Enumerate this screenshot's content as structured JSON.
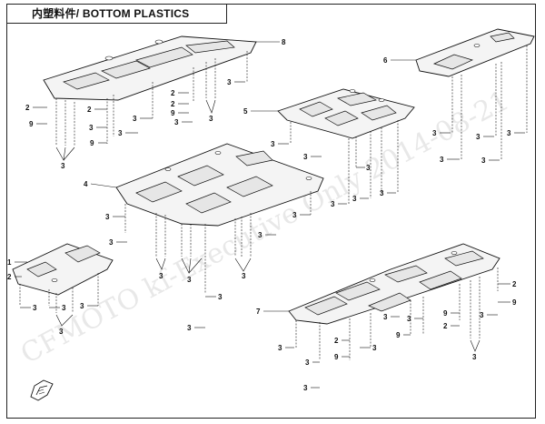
{
  "header": {
    "title": "内塑料件/ BOTTOM PLASTICS"
  },
  "watermark": {
    "text": "CFMOTO  kf-Executive  Only  2014-08-21"
  },
  "callouts": {
    "c1": "1",
    "c2": "2",
    "c3": "3",
    "c4": "4",
    "c5": "5",
    "c6": "6",
    "c7": "7",
    "c8": "8",
    "c9": "9"
  },
  "icons": {
    "front": "front-direction-arrow-icon"
  }
}
